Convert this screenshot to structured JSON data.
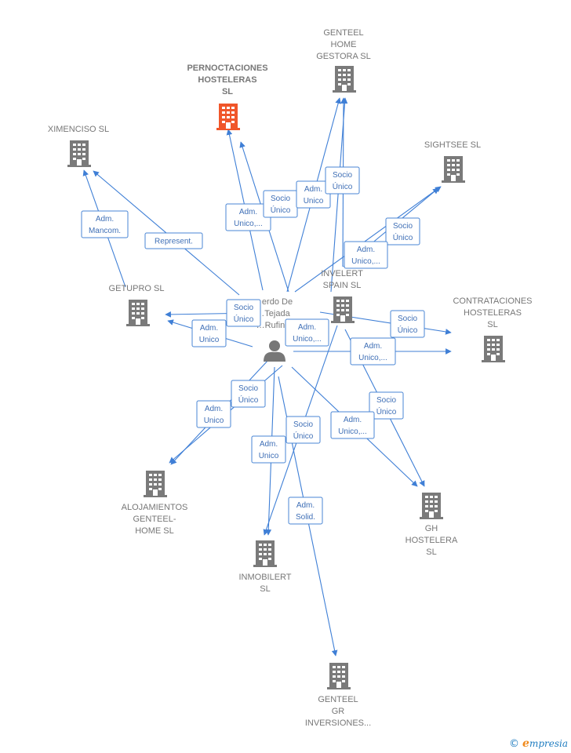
{
  "colors": {
    "edge": "#3f7fd6",
    "company": "#7a7a7a",
    "company_focus": "#f0562a",
    "person": "#777777",
    "label_text": "#777777",
    "box_text": "#3f6fb6"
  },
  "person": {
    "lines": [
      "…erdo De",
      "…Tejada",
      "…Rufino"
    ],
    "icon": "person-icon"
  },
  "companies": [
    {
      "id": "pernoctaciones",
      "lines": [
        "PERNOCTACIONES",
        "HOSTELERAS",
        "SL"
      ],
      "focus": true
    },
    {
      "id": "genteel-home-gestora",
      "lines": [
        "GENTEEL",
        "HOME",
        "GESTORA  SL"
      ]
    },
    {
      "id": "ximenciso",
      "lines": [
        "XIMENCISO  SL"
      ]
    },
    {
      "id": "sightsee",
      "lines": [
        "SIGHTSEE SL"
      ]
    },
    {
      "id": "getupro",
      "lines": [
        "GETUPRO SL"
      ]
    },
    {
      "id": "invelert",
      "lines": [
        "INVELERT",
        "SPAIN  SL"
      ]
    },
    {
      "id": "contrataciones",
      "lines": [
        "CONTRATACIONES",
        "HOSTELERAS",
        "SL"
      ]
    },
    {
      "id": "alojamientos",
      "lines": [
        "ALOJAMIENTOS",
        "GENTEEL-",
        "HOME  SL"
      ]
    },
    {
      "id": "gh-hostelera",
      "lines": [
        "GH",
        "HOSTELERA",
        "SL"
      ]
    },
    {
      "id": "inmobilert",
      "lines": [
        "INMOBILERT",
        "SL"
      ]
    },
    {
      "id": "genteel-gr",
      "lines": [
        "GENTEEL",
        "GR",
        "INVERSIONES..."
      ]
    }
  ],
  "relations": [
    {
      "id": "r1",
      "lines": [
        "Adm.",
        "Mancom."
      ]
    },
    {
      "id": "r2",
      "lines": [
        "Represent."
      ]
    },
    {
      "id": "r3",
      "lines": [
        "Adm.",
        "Unico,..."
      ]
    },
    {
      "id": "r4",
      "lines": [
        "Socio",
        "Único"
      ]
    },
    {
      "id": "r5",
      "lines": [
        "Adm.",
        "Unico"
      ]
    },
    {
      "id": "r6",
      "lines": [
        "Socio",
        "Único"
      ]
    },
    {
      "id": "r7",
      "lines": [
        "Socio",
        "Único"
      ]
    },
    {
      "id": "r8",
      "lines": [
        "Adm.",
        "Unico,..."
      ]
    },
    {
      "id": "r9",
      "lines": [
        "Socio",
        "Único"
      ]
    },
    {
      "id": "r10",
      "lines": [
        "Adm.",
        "Unico"
      ]
    },
    {
      "id": "r11",
      "lines": [
        "Adm.",
        "Unico,..."
      ]
    },
    {
      "id": "r12",
      "lines": [
        "Socio",
        "Único"
      ]
    },
    {
      "id": "r13",
      "lines": [
        "Adm.",
        "Unico,..."
      ]
    },
    {
      "id": "r14",
      "lines": [
        "Socio",
        "Único"
      ]
    },
    {
      "id": "r15",
      "lines": [
        "Adm.",
        "Unico"
      ]
    },
    {
      "id": "r16",
      "lines": [
        "Socio",
        "Único"
      ]
    },
    {
      "id": "r17",
      "lines": [
        "Adm.",
        "Unico,..."
      ]
    },
    {
      "id": "r18",
      "lines": [
        "Socio",
        "Único"
      ]
    },
    {
      "id": "r19",
      "lines": [
        "Adm.",
        "Unico"
      ]
    },
    {
      "id": "r20",
      "lines": [
        "Socio",
        "Único"
      ]
    },
    {
      "id": "r21",
      "lines": [
        "Adm.",
        "Solid."
      ]
    }
  ],
  "brand": {
    "copyright": "©",
    "name_initial": "e",
    "name_rest": "mpresia"
  }
}
